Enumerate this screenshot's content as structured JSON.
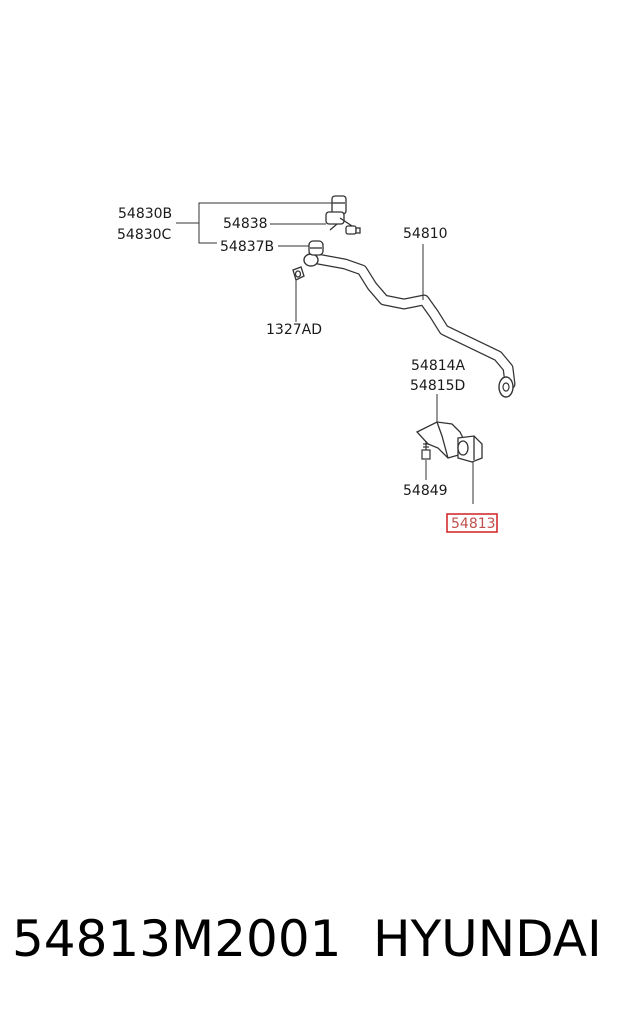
{
  "parts": {
    "p54830B": "54830B",
    "p54830C": "54830C",
    "p54838": "54838",
    "p54837B": "54837B",
    "p1327AD": "1327AD",
    "p54810": "54810",
    "p54814A": "54814A",
    "p54815D": "54815D",
    "p54849": "54849",
    "p54813": "54813"
  },
  "highlighted_part": "54813",
  "highlight_color": "#d32f2f",
  "footer": {
    "part_number": "54813M2001",
    "brand": "HYUNDAI"
  }
}
